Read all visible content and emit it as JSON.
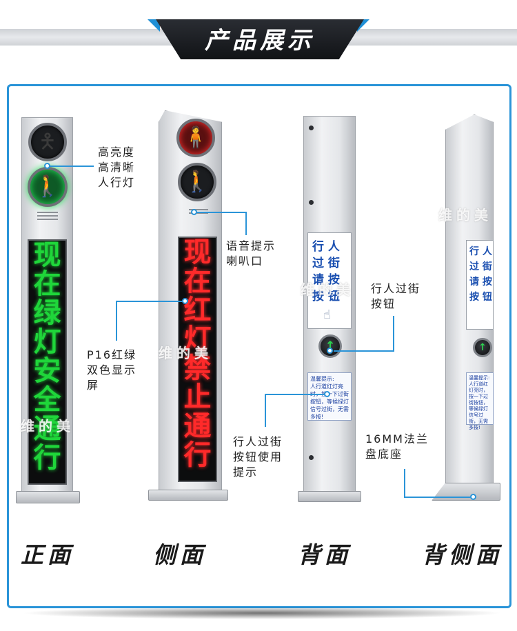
{
  "header": {
    "title": "产品展示"
  },
  "labels": {
    "lamp": [
      "高亮度",
      "高清晰",
      "人行灯"
    ],
    "speaker": [
      "语音提示",
      "喇叭口"
    ],
    "screen": [
      "P16红绿",
      "双色显示",
      "屏"
    ],
    "button": [
      "行人过街",
      "按钮"
    ],
    "button_tip": [
      "行人过街",
      "按钮使用",
      "提示"
    ],
    "base": [
      "16MM法兰",
      "盘底座"
    ]
  },
  "captions": {
    "front": "正面",
    "side": "侧面",
    "back": "背面",
    "back_side": "背侧面"
  },
  "screens": {
    "front_text": "现在绿灯安全通行",
    "side_text": "现在红灯禁止通行"
  },
  "back_sign": {
    "line1": "行  人",
    "line2": "过  街",
    "line3": "请  按",
    "line4": "按  钮"
  },
  "side_sign": {
    "line1": "行  人",
    "line2": "过  街",
    "line3": "请  按",
    "line4": "按  钮"
  },
  "notice": {
    "title": "温馨提示:",
    "body": "人行道红灯亮时，按一下过街按钮，等候绿灯信号过街，无需多按!"
  },
  "side_notice": {
    "title": "温馨提示:",
    "body": "人行道红灯亮时，按一下过街按钮，等候绿灯信号过街，无需多按!"
  },
  "watermarks": [
    "维的美",
    "维的美",
    "维的美",
    "维的美"
  ],
  "colors": {
    "accent": "#2a94d8",
    "led_green": "#1fd63a",
    "led_red": "#ff2a2a"
  },
  "icons": {
    "green_pedestrian": "walking-person-icon",
    "red_pedestrian": "standing-person-icon",
    "push_arrow": "up-arrow-icon",
    "hand": "pointing-hand-icon"
  }
}
